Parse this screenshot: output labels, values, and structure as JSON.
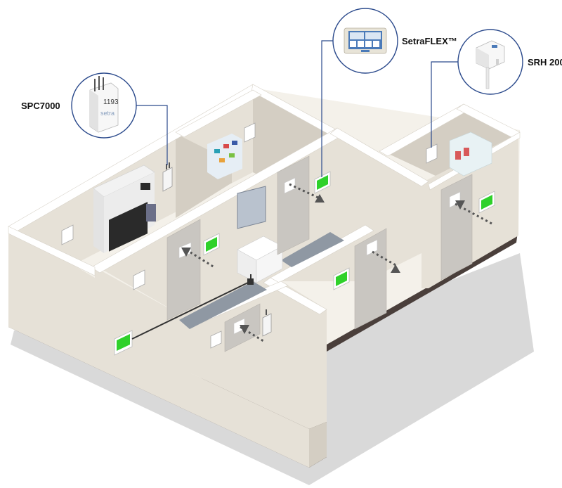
{
  "callouts": {
    "spc7000": {
      "label": "SPC7000",
      "device_text": "setra",
      "readout": "1193"
    },
    "setraflex": {
      "label": "SetraFLEX™"
    },
    "srh200": {
      "label": "SRH 200"
    }
  },
  "colors": {
    "indicator_green": "#2fd12a",
    "callout_line": "#2b4a8c",
    "floor_base": "#4a3f3b",
    "wall_light": "#e6e1d7",
    "arrow_gray": "#555555",
    "tile_blue_gray": "#8f98a3"
  },
  "icons": [
    "pressure-monitor-icon",
    "touchscreen-controller-icon",
    "humidity-sensor-icon",
    "direction-arrow-icon"
  ]
}
